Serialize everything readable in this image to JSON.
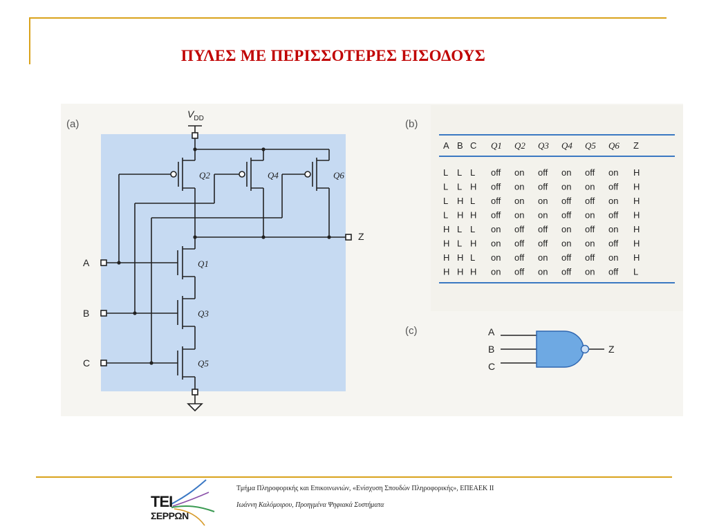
{
  "slide": {
    "title": "ΠΥΛΕΣ ΜΕ ΠΕΡΙΣΣΟΤΕΡΕΣ ΕΙΣΟΔΟΥΣ"
  },
  "figure": {
    "part_a_label": "(a)",
    "part_b_label": "(b)",
    "part_c_label": "(c)",
    "circuit": {
      "vdd_label_main": "V",
      "vdd_label_sub": "DD",
      "input_labels": [
        "A",
        "B",
        "C"
      ],
      "output_label": "Z",
      "transistor_labels": [
        "Q2",
        "Q4",
        "Q6",
        "Q1",
        "Q3",
        "Q5"
      ]
    },
    "truth_table": {
      "headers": [
        "A",
        "B",
        "C",
        "Q1",
        "Q2",
        "Q3",
        "Q4",
        "Q5",
        "Q6",
        "Z"
      ],
      "rows": [
        [
          "L",
          "L",
          "L",
          "off",
          "on",
          "off",
          "on",
          "off",
          "on",
          "H"
        ],
        [
          "L",
          "L",
          "H",
          "off",
          "on",
          "off",
          "on",
          "on",
          "off",
          "H"
        ],
        [
          "L",
          "H",
          "L",
          "off",
          "on",
          "on",
          "off",
          "off",
          "on",
          "H"
        ],
        [
          "L",
          "H",
          "H",
          "off",
          "on",
          "on",
          "off",
          "on",
          "off",
          "H"
        ],
        [
          "H",
          "L",
          "L",
          "on",
          "off",
          "off",
          "on",
          "off",
          "on",
          "H"
        ],
        [
          "H",
          "L",
          "H",
          "on",
          "off",
          "off",
          "on",
          "on",
          "off",
          "H"
        ],
        [
          "H",
          "H",
          "L",
          "on",
          "off",
          "on",
          "off",
          "off",
          "on",
          "H"
        ],
        [
          "H",
          "H",
          "H",
          "on",
          "off",
          "on",
          "off",
          "on",
          "off",
          "L"
        ]
      ]
    },
    "gate_symbol": {
      "inputs": [
        "A",
        "B",
        "C"
      ],
      "output": "Z"
    }
  },
  "footer": {
    "line1": "Τμήμα Πληροφορικής και Επικοινωνιών, «Ενίσχυση Σπουδών Πληροφορικής», ΕΠΕΑΕΚ ΙΙ",
    "line2": "Ιωάννη Καλόμοιρου, Προηγμένα Ψηφιακά Συστήματα",
    "logo_main": "ΤΕΙ",
    "logo_sub": "ΣΕΡΡΩΝ"
  },
  "colors": {
    "accent": "#d9a21b",
    "title": "#c00000",
    "circuit_bg": "#c6daf2",
    "table_rule": "#3a78c2",
    "gate_fill": "#6ea9e3"
  }
}
